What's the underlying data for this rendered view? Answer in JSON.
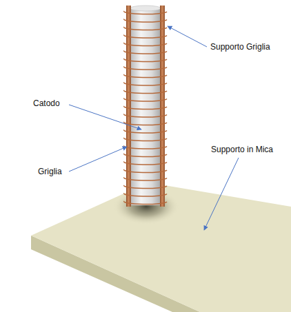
{
  "diagram": {
    "labels": [
      "Supporto Griglia",
      "Catodo",
      "Griglia",
      "Supporto in Mica"
    ]
  }
}
